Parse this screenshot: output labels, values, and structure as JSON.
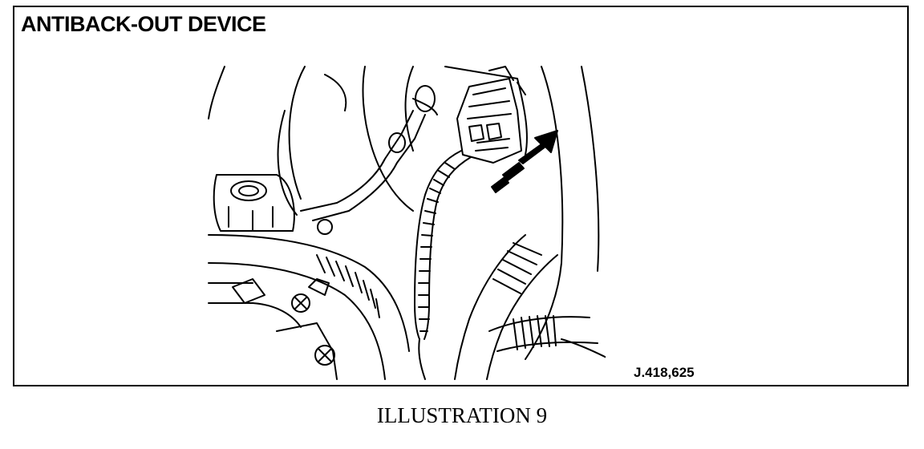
{
  "figure": {
    "title": "ANTIBACK-OUT DEVICE",
    "part_number": "J.418,625",
    "caption": "ILLUSTRATION 9"
  }
}
